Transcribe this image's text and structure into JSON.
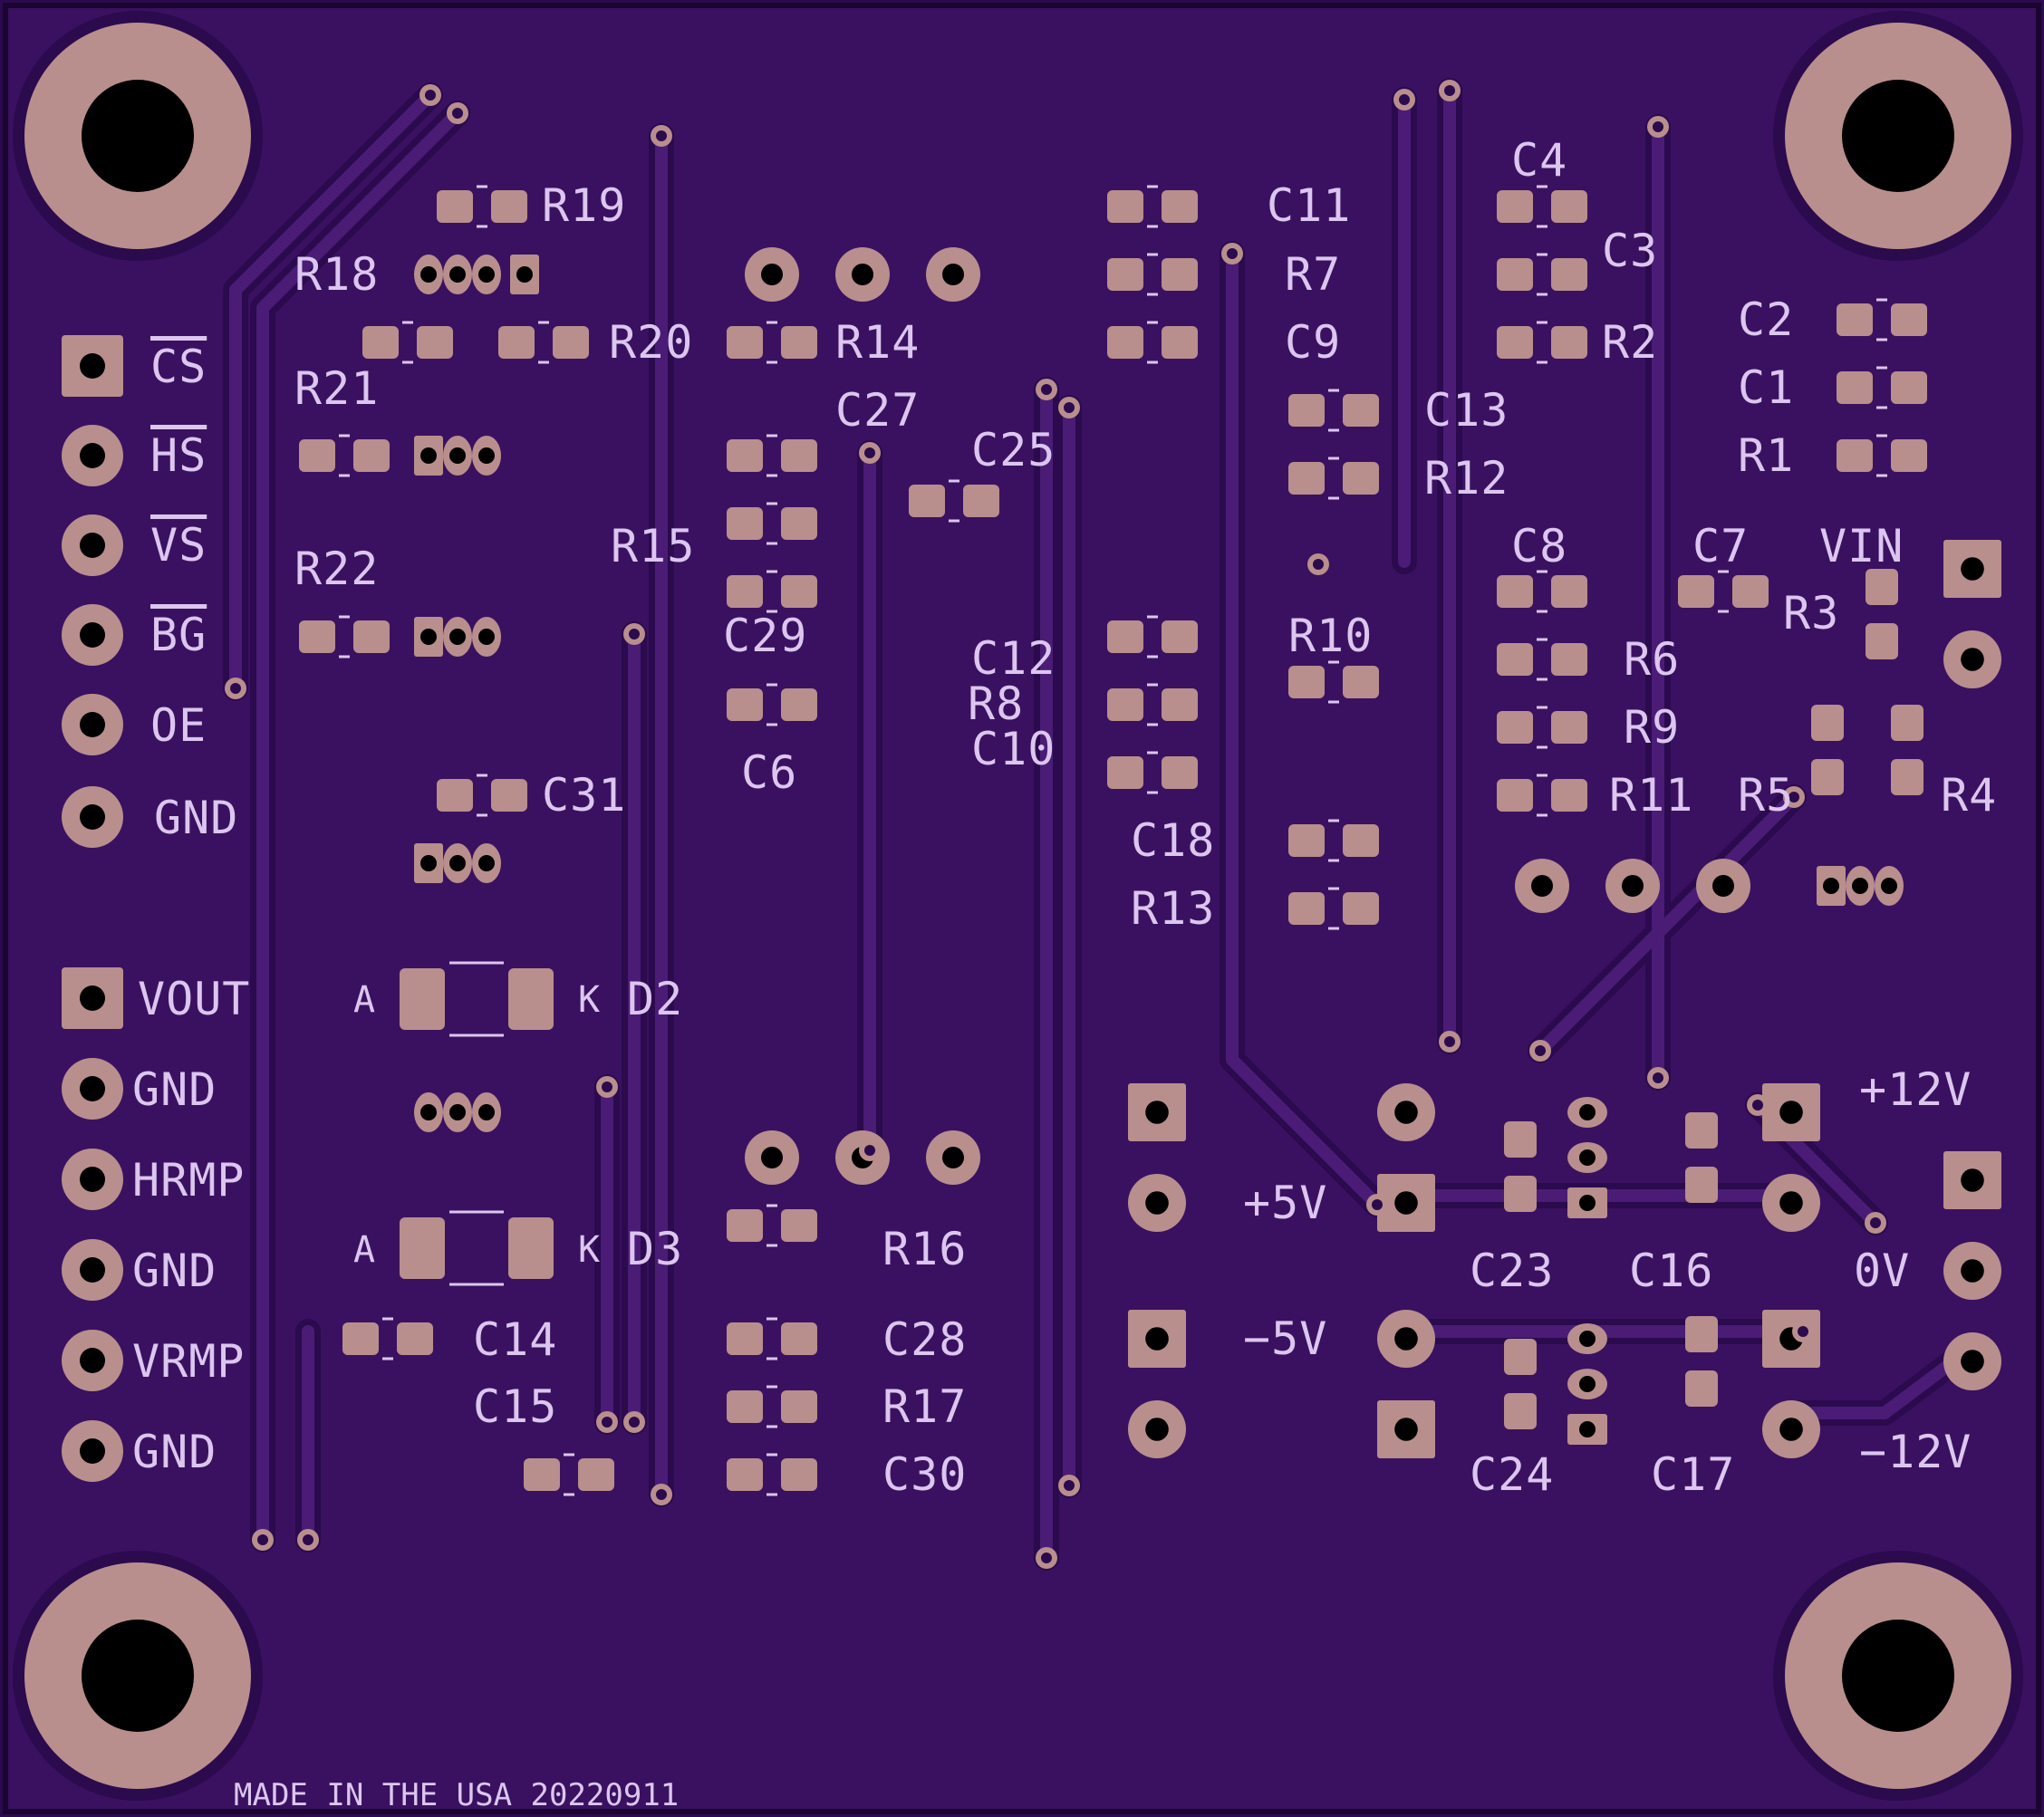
{
  "colors": {
    "board": "#3a1160",
    "mask": "#2d0a52",
    "trace": "#4a1c76",
    "pad": "#b88f8c",
    "hole": "#000000",
    "silk": "#dcc6ef"
  },
  "footer": "MADE IN THE USA 20220911",
  "header_left": {
    "pins": [
      "CS",
      "HS",
      "VS",
      "BG",
      "OE",
      "GND"
    ]
  },
  "header_out": {
    "pins": [
      "VOUT",
      "GND",
      "HRMP",
      "GND",
      "VRMP",
      "GND"
    ]
  },
  "refdes": {
    "R1": "R1",
    "R2": "R2",
    "R3": "R3",
    "R4": "R4",
    "R5": "R5",
    "R6": "R6",
    "R7": "R7",
    "R8": "R8",
    "R9": "R9",
    "R10": "R10",
    "R11": "R11",
    "R12": "R12",
    "R13": "R13",
    "R14": "R14",
    "R15": "R15",
    "R16": "R16",
    "R17": "R17",
    "R18": "R18",
    "R19": "R19",
    "R20": "R20",
    "R21": "R21",
    "R22": "R22",
    "C1": "C1",
    "C2": "C2",
    "C3": "C3",
    "C4": "C4",
    "C6": "C6",
    "C7": "C7",
    "C8": "C8",
    "C9": "C9",
    "C10": "C10",
    "C11": "C11",
    "C12": "C12",
    "C13": "C13",
    "C14": "C14",
    "C15": "C15",
    "C16": "C16",
    "C17": "C17",
    "C18": "C18",
    "C23": "C23",
    "C24": "C24",
    "C25": "C25",
    "C27": "C27",
    "C28": "C28",
    "C29": "C29",
    "C30": "C30",
    "C31": "C31",
    "D2": "D2",
    "D3": "D3",
    "A": "A",
    "K": "K"
  },
  "power": {
    "vin": "VIN",
    "p5": "+5V",
    "m5": "−5V",
    "p12": "+12V",
    "zero": "0V",
    "m12": "−12V"
  }
}
